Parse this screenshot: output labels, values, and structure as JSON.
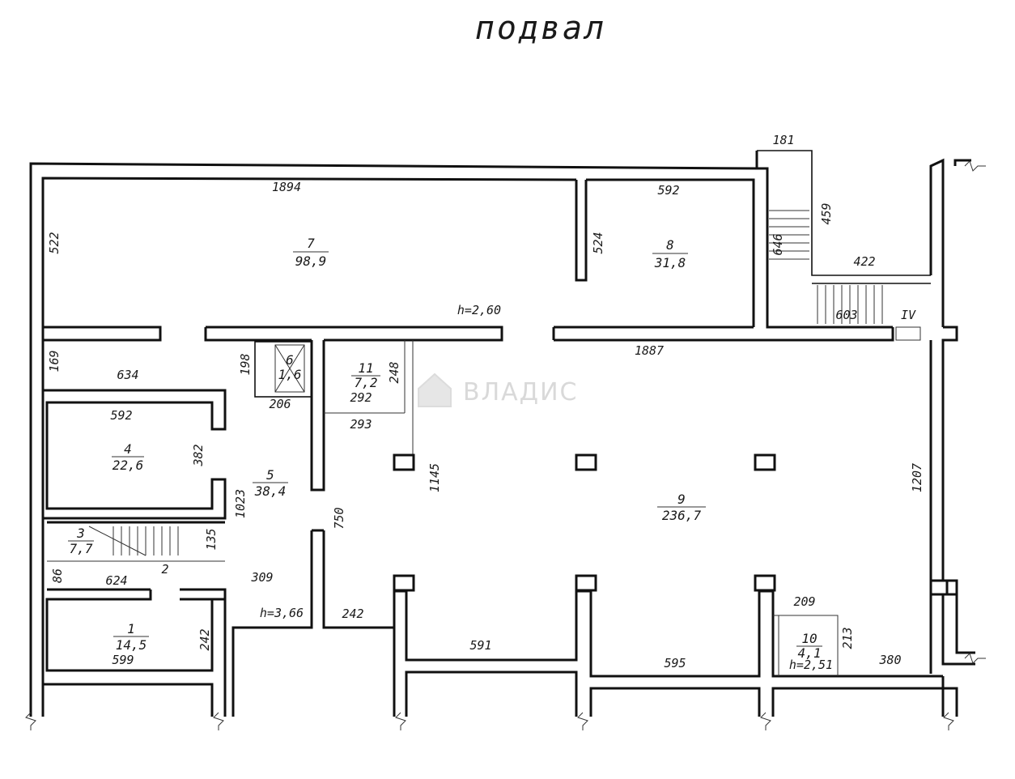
{
  "title": "подвал",
  "watermark": {
    "text": "ВЛАДИС"
  },
  "rooms": [
    {
      "id": "7",
      "number": "7",
      "area": "98,9"
    },
    {
      "id": "8",
      "number": "8",
      "area": "31,8"
    },
    {
      "id": "6",
      "number": "6",
      "area": "1,6"
    },
    {
      "id": "11",
      "number": "11",
      "area": "7,2"
    },
    {
      "id": "4",
      "number": "4",
      "area": "22,6"
    },
    {
      "id": "5",
      "number": "5",
      "area": "38,4"
    },
    {
      "id": "3",
      "number": "3",
      "area": "7,7"
    },
    {
      "id": "1",
      "number": "1",
      "area": "14,5"
    },
    {
      "id": "9",
      "number": "9",
      "area": "236,7"
    },
    {
      "id": "10",
      "number": "10",
      "area": "4,1"
    }
  ],
  "dimensions": {
    "d181": "181",
    "d1894": "1894",
    "d592a": "592",
    "d522": "522",
    "d524": "524",
    "d459": "459",
    "d646": "646",
    "d422": "422",
    "d603": "603",
    "d1887": "1887",
    "d169": "169",
    "d634": "634",
    "d198": "198",
    "d206": "206",
    "d248": "248",
    "d292": "292",
    "d293": "293",
    "d592b": "592",
    "d382": "382",
    "d1023": "1023",
    "d1145": "1145",
    "d750": "750",
    "d1207": "1207",
    "d135": "135",
    "d2": "2",
    "d86": "86",
    "d624": "624",
    "d309": "309",
    "d242a": "242",
    "d599": "599",
    "d242b": "242",
    "d591": "591",
    "d595": "595",
    "d380": "380",
    "d209": "209",
    "d213": "213"
  },
  "heights": {
    "h1": "h=2,60",
    "h2": "h=3,66",
    "h3": "h=2,51"
  },
  "markers": {
    "entrance": "IV"
  }
}
